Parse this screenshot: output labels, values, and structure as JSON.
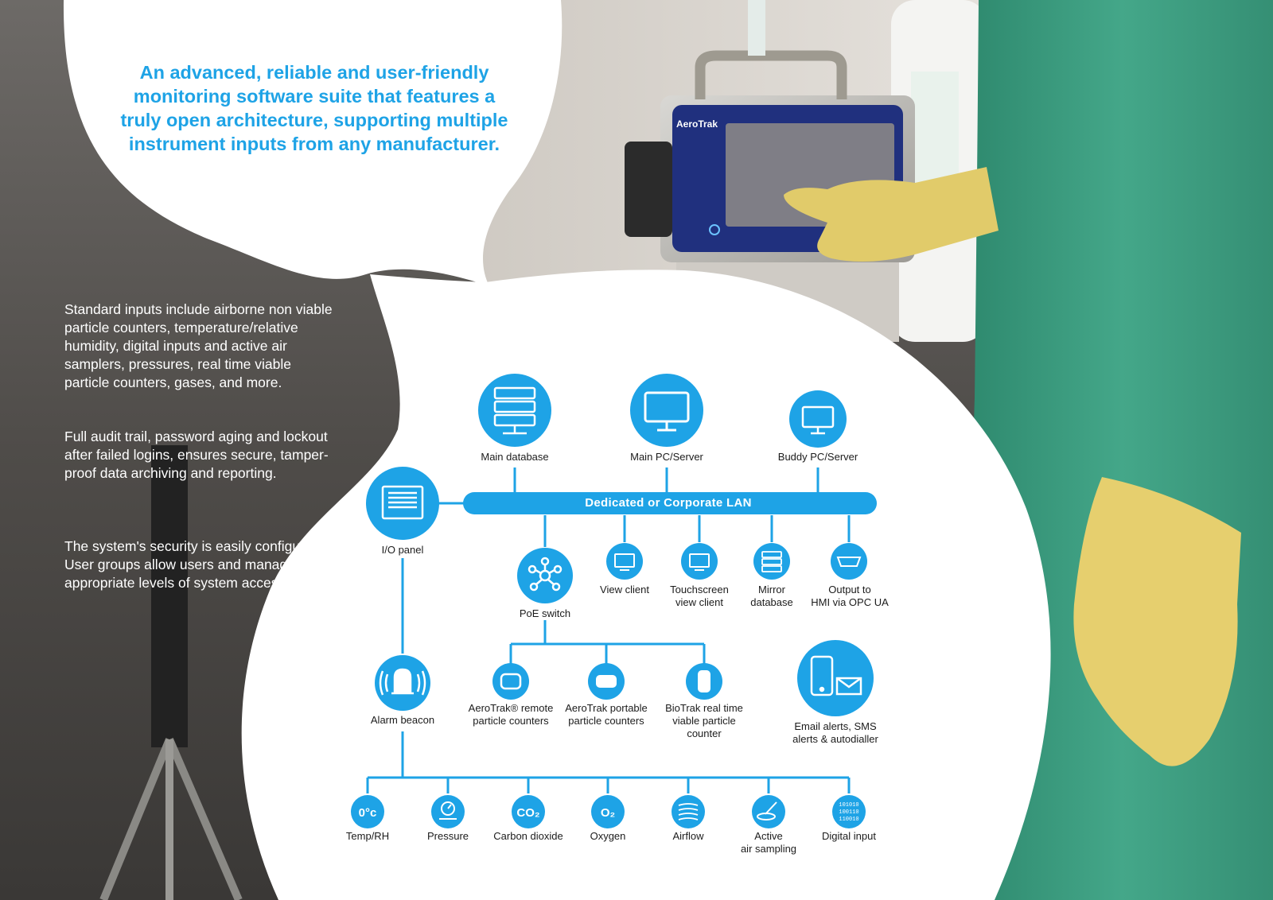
{
  "headline": "An advanced, reliable and user-friendly monitoring software suite that features a truly open architecture, supporting multiple instrument inputs from any manufacturer.",
  "paragraphs": [
    "Standard inputs include airborne non viable particle counters, temperature/relative humidity, digital inputs and active air samplers, pressures, real time viable particle counters, gases, and more.",
    "Full audit trail, password aging and lockout after failed logins, ensures secure, tamper-proof data archiving and reporting.",
    "The system's security is easily configurable. User groups allow users and managers appropriate levels of system access."
  ],
  "photo_text": {
    "device_brand": "AeroTrak"
  },
  "diagram": {
    "lan_label": "Dedicated or Corporate LAN",
    "nodes": {
      "main_database": {
        "label": "Main database",
        "icon": "server-icon"
      },
      "main_pc": {
        "label": "Main PC/Server",
        "icon": "monitor-icon"
      },
      "buddy_pc": {
        "label": "Buddy PC/Server",
        "icon": "monitor-icon"
      },
      "io_panel": {
        "label": "I/O panel",
        "icon": "panel-icon"
      },
      "poe_switch": {
        "label": "PoE switch",
        "icon": "network-hub-icon"
      },
      "view_client": {
        "label": "View client",
        "icon": "monitor-icon"
      },
      "touchscreen_client": {
        "label": "Touchscreen\nview client",
        "icon": "monitor-icon"
      },
      "mirror_database": {
        "label": "Mirror\ndatabase",
        "icon": "server-icon"
      },
      "opc_output": {
        "label": "Output to\nHMI via OPC UA",
        "icon": "connector-icon"
      },
      "alarm_beacon": {
        "label": "Alarm beacon",
        "icon": "alarm-beacon-icon"
      },
      "remote_counters": {
        "label": "AeroTrak® remote\nparticle counters",
        "icon": "remote-counter-icon"
      },
      "portable_counters": {
        "label": "AeroTrak portable\nparticle counters",
        "icon": "portable-counter-icon"
      },
      "biotrak": {
        "label": "BioTrak real time\nviable particle\ncounter",
        "icon": "biotrak-icon"
      },
      "alerts": {
        "label": "Email alerts, SMS\nalerts & autodialler",
        "icon": "phone-envelope-icon"
      }
    },
    "sensors": [
      {
        "label": "Temp/RH",
        "icon": "temperature-icon",
        "glyph": "0°c"
      },
      {
        "label": "Pressure",
        "icon": "pressure-gauge-icon",
        "glyph": ""
      },
      {
        "label": "Carbon dioxide",
        "icon": "co2-icon",
        "glyph": "CO₂"
      },
      {
        "label": "Oxygen",
        "icon": "o2-icon",
        "glyph": "O₂"
      },
      {
        "label": "Airflow",
        "icon": "airflow-icon",
        "glyph": ""
      },
      {
        "label": "Active\nair sampling",
        "icon": "air-sampler-icon",
        "glyph": ""
      },
      {
        "label": "Digital input",
        "icon": "digital-input-icon",
        "glyph": "101010\n100110\n110010"
      }
    ]
  },
  "colors": {
    "accent": "#1ea3e6",
    "line": "#1ea3e6",
    "text": "#1c1c1c",
    "background_card": "#ffffff",
    "gown": "#3f9e82",
    "glove": "#e6cf6e"
  }
}
